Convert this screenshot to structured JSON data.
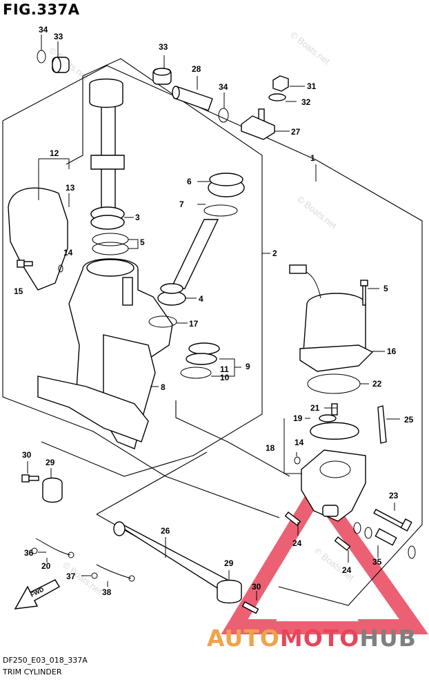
{
  "figure": {
    "title": "FIG.337A",
    "model_code": "DF250_E03_018_337A",
    "assembly_name": "TRIM CYLINDER"
  },
  "watermark": {
    "text": "© Boats.net",
    "brand_parts": [
      "AUTO",
      "MOTO",
      "HUB"
    ],
    "colors": {
      "auto": "#f2a24a",
      "moto": "#e8455a",
      "hub": "#7f7f7f",
      "triangle": "#e8455a"
    }
  },
  "callouts": [
    "34",
    "33",
    "33",
    "28",
    "34",
    "31",
    "32",
    "27",
    "1",
    "12",
    "13",
    "6",
    "7",
    "3",
    "5",
    "14",
    "15",
    "2",
    "4",
    "17",
    "5",
    "16",
    "11",
    "9",
    "10",
    "8",
    "22",
    "21",
    "19",
    "25",
    "14",
    "18",
    "30",
    "29",
    "23",
    "26",
    "24",
    "24",
    "36",
    "20",
    "35",
    "29",
    "30",
    "37",
    "38"
  ],
  "icons": {
    "direction_arrow": "fwd-arrow-icon",
    "direction_arrow_text": "FWD"
  }
}
